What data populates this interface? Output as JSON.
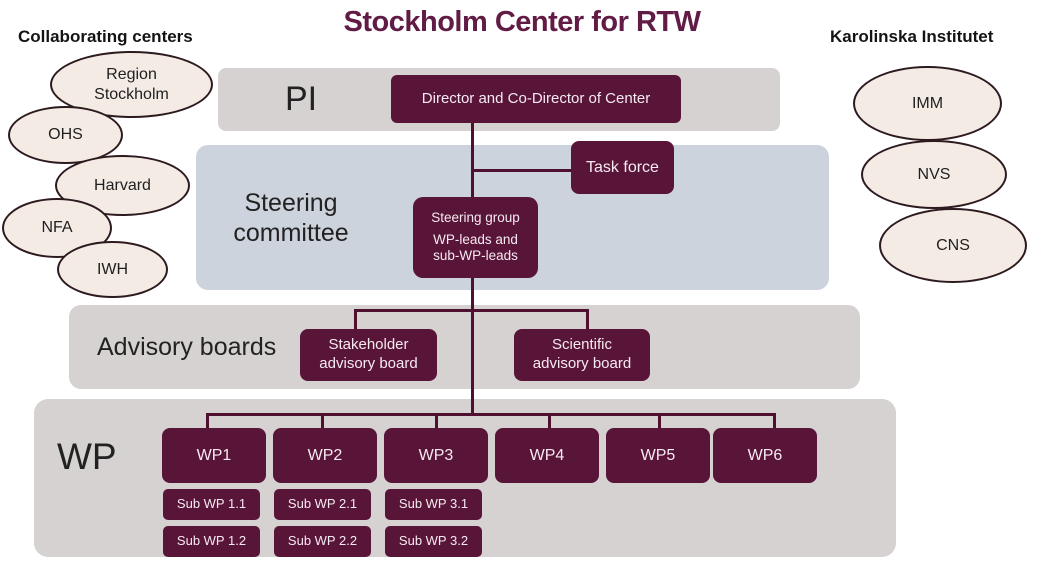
{
  "title": "Stockholm Center for RTW",
  "left_group": {
    "heading": "Collaborating centers",
    "ellipses": [
      "Region Stockholm",
      "OHS",
      "Harvard",
      "NFA",
      "IWH"
    ]
  },
  "right_group": {
    "heading": "Karolinska Institutet",
    "ellipses": [
      "IMM",
      "NVS",
      "CNS"
    ]
  },
  "rows": {
    "pi": {
      "label": "PI",
      "box": "Director and Co-Director of Center"
    },
    "steering": {
      "label": "Steering committee",
      "task_force": "Task force",
      "steering_group_title": "Steering group",
      "steering_group_sub": "WP-leads and sub-WP-leads"
    },
    "advisory": {
      "label": "Advisory boards",
      "boxes": [
        "Stakeholder advisory board",
        "Scientific advisory board"
      ]
    },
    "wp": {
      "label": "WP",
      "boxes": [
        "WP1",
        "WP2",
        "WP3",
        "WP4",
        "WP5",
        "WP6"
      ],
      "sub_boxes": [
        "Sub WP 1.1",
        "Sub WP 2.1",
        "Sub WP 3.1",
        "Sub WP 1.2",
        "Sub WP 2.2",
        "Sub WP 3.2"
      ]
    }
  },
  "colors": {
    "box_maroon": "#591538",
    "connector": "#4f1030",
    "title_maroon": "#611b44",
    "band_gray": "#d5d2d1",
    "band_blue_gray": "#ccd3dd",
    "ellipse_fill": "#f4ebe5",
    "ellipse_border": "#2d1a1f",
    "box_text": "#f6eaf1",
    "label_text": "#222222"
  }
}
